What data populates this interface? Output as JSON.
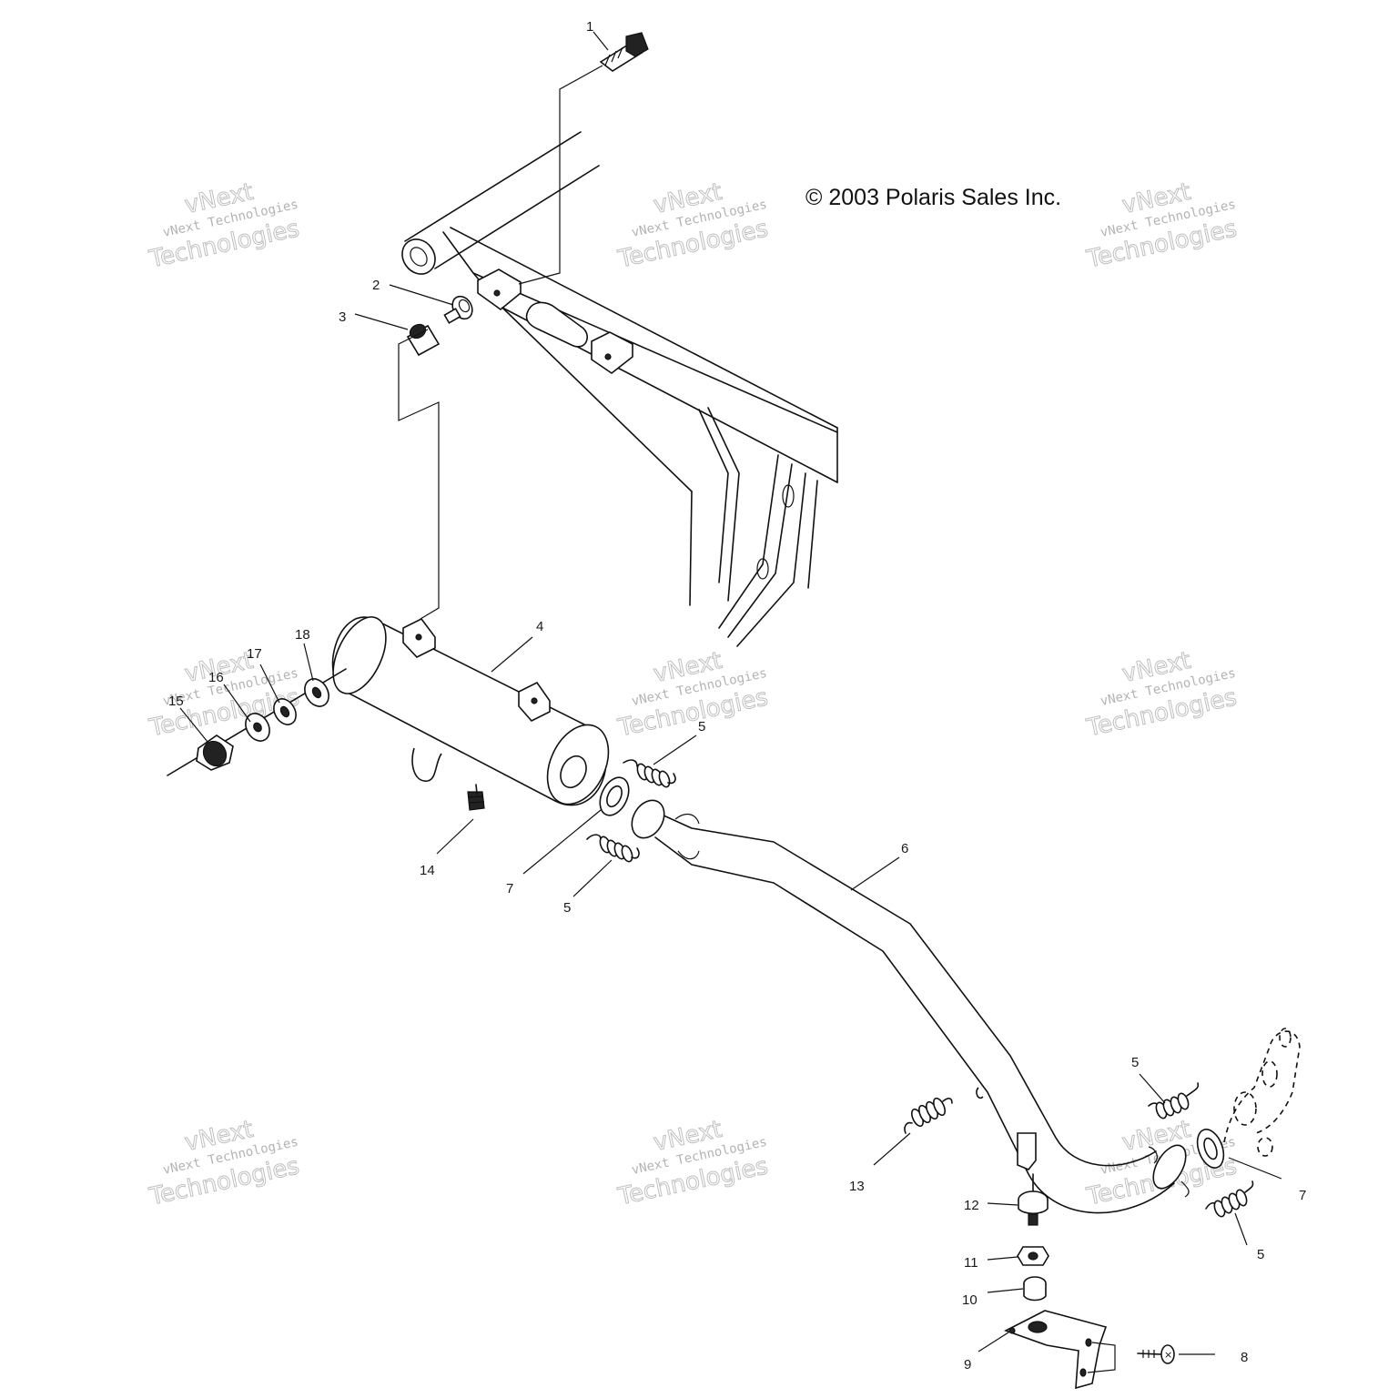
{
  "copyright": "© 2003 Polaris Sales Inc.",
  "watermark": {
    "line1": "vNext",
    "line2": "vNext Technologies",
    "line3": "Technologies"
  },
  "callouts": {
    "c1": "1",
    "c2": "2",
    "c3": "3",
    "c4": "4",
    "c5a": "5",
    "c5b": "5",
    "c5c": "5",
    "c5d": "5",
    "c6": "6",
    "c7a": "7",
    "c7b": "7",
    "c8": "8",
    "c9": "9",
    "c10": "10",
    "c11": "11",
    "c12": "12",
    "c13": "13",
    "c14": "14",
    "c15": "15",
    "c16": "16",
    "c17": "17",
    "c18": "18"
  }
}
